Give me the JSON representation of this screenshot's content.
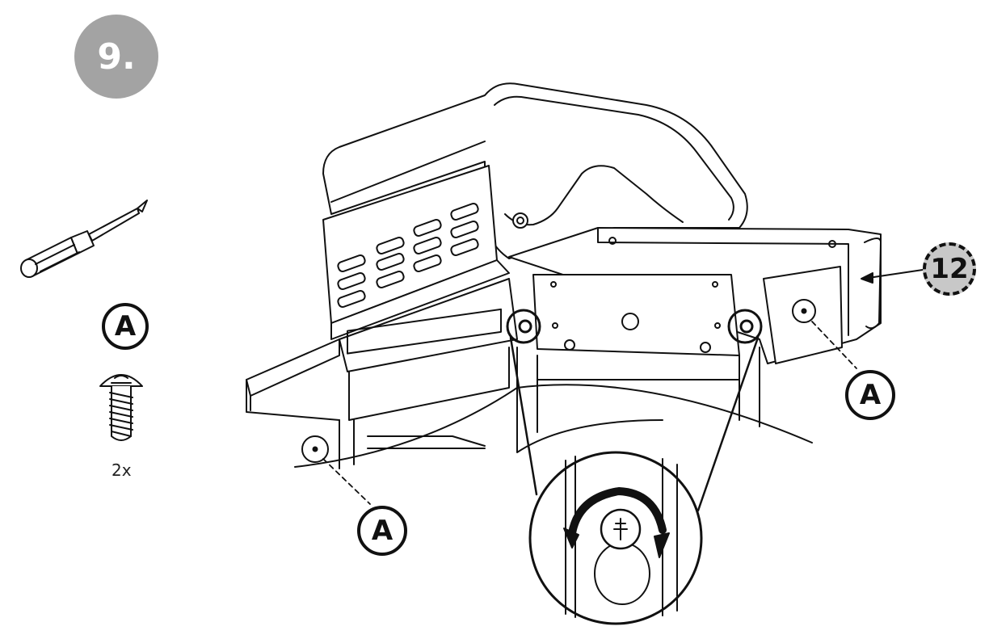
{
  "step": {
    "number": "9."
  },
  "tools": {
    "screwdriver": "screwdriver-icon",
    "screw": "screw-icon"
  },
  "hardware": {
    "part_letter": "A",
    "quantity": "2x"
  },
  "callouts": {
    "label_a": "A",
    "part_number": "12"
  },
  "colors": {
    "badge_gray": "#a3a3a3",
    "line": "#111111",
    "part_badge_gray": "#c8c8c8"
  }
}
